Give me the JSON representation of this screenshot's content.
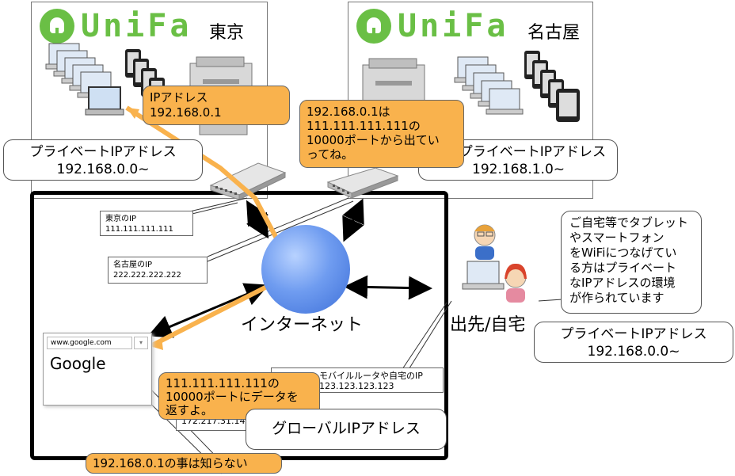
{
  "tokyo": {
    "logo_text": "UniFa",
    "city": "東京",
    "private_ip_title": "プライベートIPアドレス",
    "private_ip_range": "192.168.0.0~"
  },
  "nagoya": {
    "logo_text": "UniFa",
    "city": "名古屋",
    "private_ip_title": "プライベートIPアドレス",
    "private_ip_range": "192.168.1.0~"
  },
  "callouts": {
    "ip_address_title": "IPアドレス",
    "ip_address_value": "192.168.0.1",
    "port_note": [
      "192.168.0.1は",
      "111.111.111.111の",
      "10000ポートから出てい",
      "ってね。"
    ],
    "return_note": [
      "111.111.111.111の",
      "10000ポートにデータを",
      "返すよ。"
    ],
    "unknown_note": "192.168.0.1の事は知らない"
  },
  "labels": {
    "tokyo_ip_title": "東京のIP",
    "tokyo_ip_value": "111.111.111.111",
    "nagoya_ip_title": "名古屋のIP",
    "nagoya_ip_value": "222.222.222.222",
    "internet": "インターネット",
    "remote": "出先/自宅",
    "mobile_ip_title": "モバイルルータや自宅のIP",
    "mobile_ip_value": "123.123.123.123",
    "google_ip_value": "172.217.31.142",
    "global_ip": "グローバルIPアドレス"
  },
  "google": {
    "url": "www.google.com",
    "title": "Google"
  },
  "remote_info": {
    "note": [
      "ご自宅等でタブレット",
      "やスマートフォン",
      "をWiFiにつなげてい",
      "る方はプライベート",
      "なIPアドレスの環境",
      "が作られています"
    ],
    "private_ip_title": "プライベートIPアドレス",
    "private_ip_range": "192.168.0.0~"
  },
  "colors": {
    "brand_green": "#6abf45",
    "callout_orange": "#f9b24d",
    "path_orange": "#f9b24d",
    "globe_blue": "#5b8de8"
  }
}
